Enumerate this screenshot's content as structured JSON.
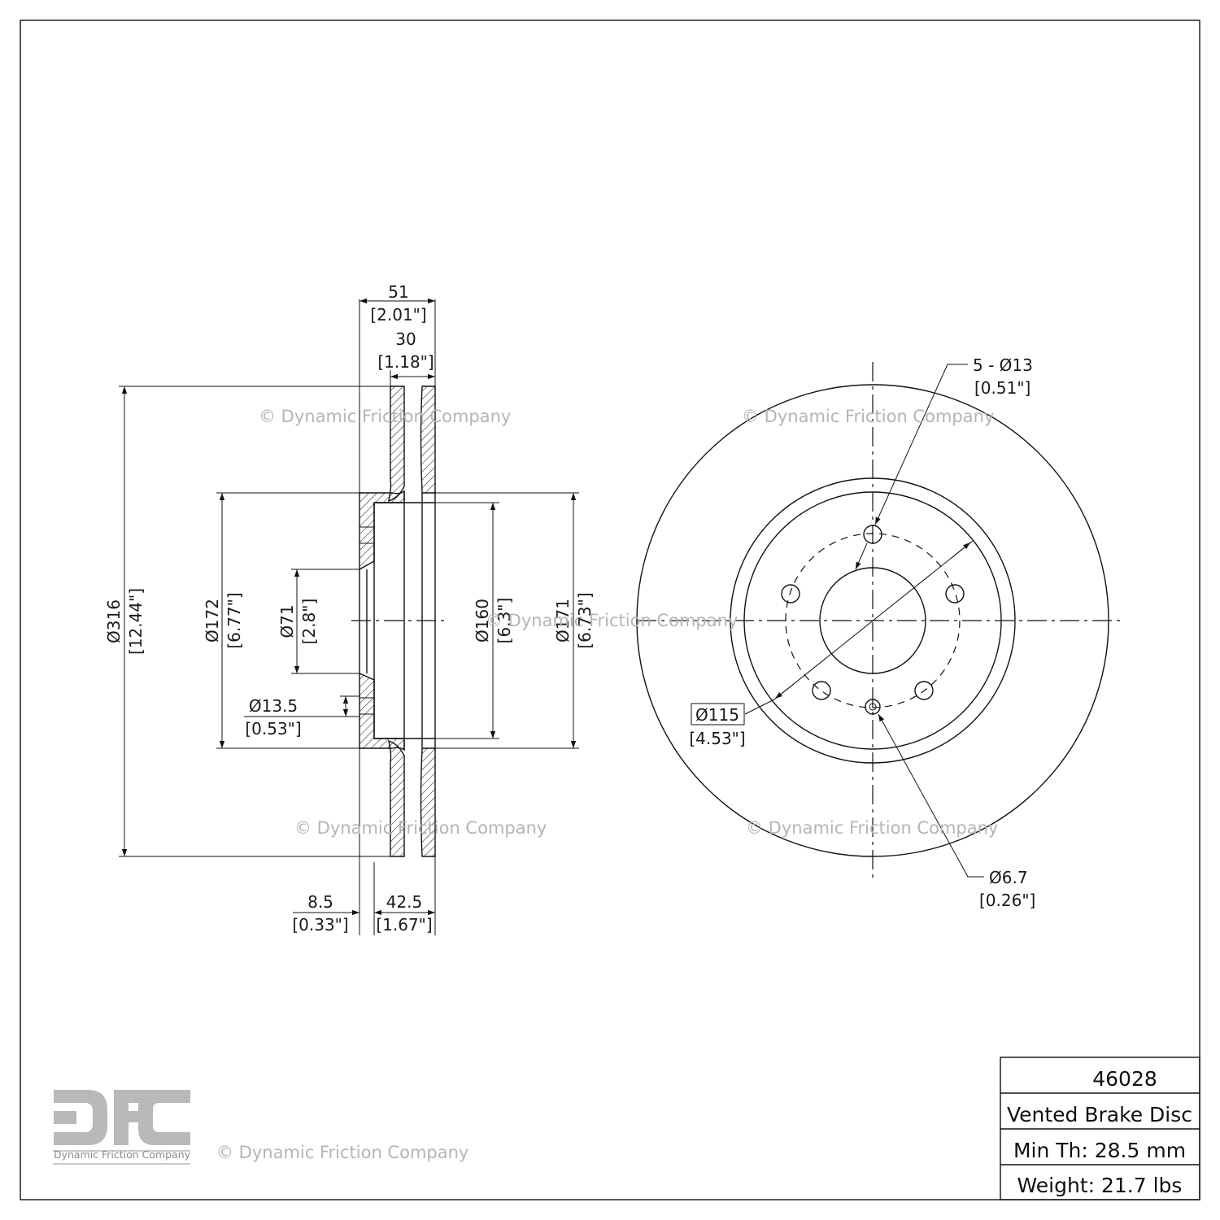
{
  "watermarks": [
    "© Dynamic Friction Company",
    "© Dynamic Friction Company",
    "© Dynamic Friction Company",
    "© Dynamic Friction Company",
    "© Dynamic Friction Company",
    "© Dynamic Friction Company"
  ],
  "side_view": {
    "overall_width": {
      "mm": "51",
      "in": "[2.01\"]"
    },
    "rotor_width": {
      "mm": "30",
      "in": "[1.18\"]"
    },
    "outer_diameter": {
      "mm": "Ø316",
      "in": "[12.44\"]"
    },
    "hat_diameter": {
      "mm": "Ø172",
      "in": "[6.77\"]"
    },
    "center_bore": {
      "mm": "Ø71",
      "in": "[2.8\"]"
    },
    "inner_diameter": {
      "mm": "Ø160",
      "in": "[6.3\"]"
    },
    "hat_outer": {
      "mm": "Ø171",
      "in": "[6.73\"]"
    },
    "bolt_hole": {
      "mm": "Ø13.5",
      "in": "[0.53\"]"
    },
    "hat_thickness": {
      "mm": "8.5",
      "in": "[0.33\"]"
    },
    "hat_depth": {
      "mm": "42.5",
      "in": "[1.67\"]"
    }
  },
  "front_view": {
    "bolt_holes": {
      "mm": "5 - Ø13",
      "in": "[0.51\"]"
    },
    "bolt_circle": {
      "mm": "Ø115",
      "in": "[4.53\"]"
    },
    "pin_hole": {
      "mm": "Ø6.7",
      "in": "[0.26\"]"
    }
  },
  "title_block": {
    "part_number": "46028",
    "description": "Vented Brake Disc",
    "min_thickness": "Min Th: 28.5 mm",
    "weight": "Weight: 21.7 lbs"
  },
  "logo": {
    "letters": "DFC",
    "subtitle": "Dynamic Friction Company",
    "copyright": "© Dynamic Friction Company"
  }
}
